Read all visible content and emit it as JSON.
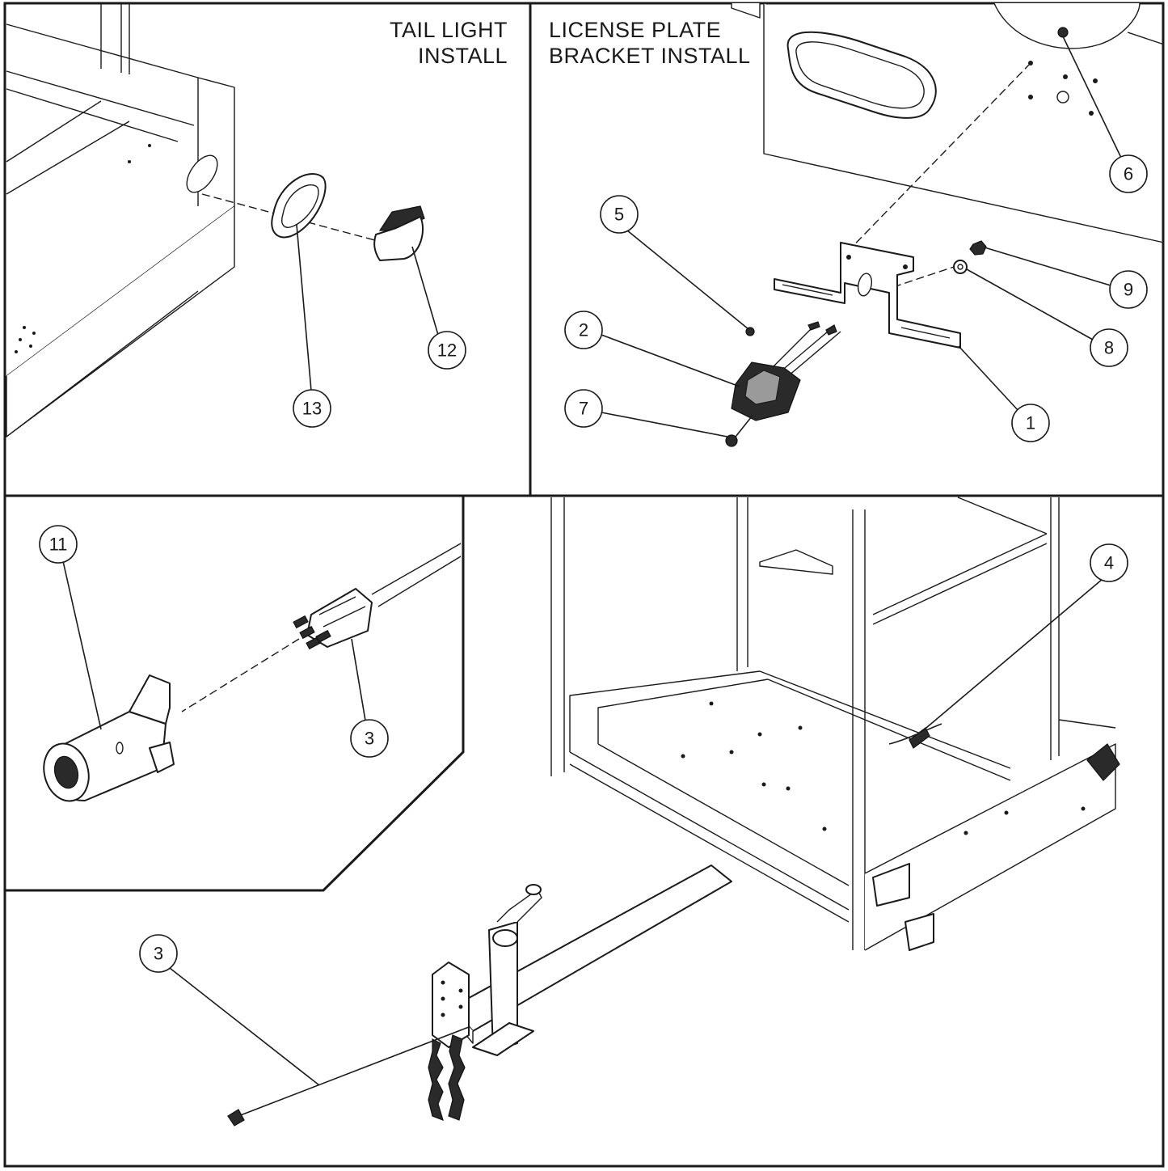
{
  "panels": {
    "tail_light": {
      "title_line1": "TAIL LIGHT",
      "title_line2": "INSTALL"
    },
    "license_plate": {
      "title_line1": "LICENSE PLATE",
      "title_line2": "BRACKET INSTALL"
    }
  },
  "callouts": {
    "c13": "13",
    "c12": "12",
    "c5": "5",
    "c2": "2",
    "c7": "7",
    "c6": "6",
    "c9": "9",
    "c8": "8",
    "c1": "1",
    "c11": "11",
    "c3_detail": "3",
    "c4": "4",
    "c3_main": "3"
  }
}
